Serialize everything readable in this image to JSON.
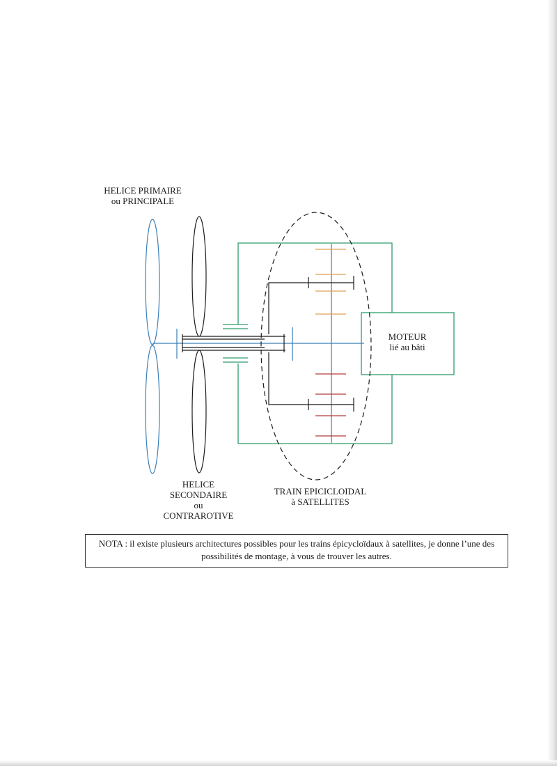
{
  "labels": {
    "primary_line1": "HELICE PRIMAIRE",
    "primary_line2": "ou PRINCIPALE",
    "secondary_line1": "HELICE",
    "secondary_line2": "SECONDAIRE",
    "secondary_line3": "ou",
    "secondary_line4": "CONTRAROTIVE",
    "train_line1": "TRAIN EPICICLOIDAL",
    "train_line2": "à SATELLITES",
    "motor_line1": "MOTEUR",
    "motor_line2": "lié au bâti"
  },
  "note": {
    "text": "NOTA : il existe plusieurs architectures possibles pour les trains épicycloïdaux à satellites, je donne l’une des possibilités de montage, à vous de trouver les autres."
  },
  "colors": {
    "primary_shaft": "#3a7fb8",
    "housing": "#2e9c6a",
    "planet_upper": "#e0a155",
    "planet_lower": "#b53a3a",
    "ink": "#1a1a1a"
  }
}
